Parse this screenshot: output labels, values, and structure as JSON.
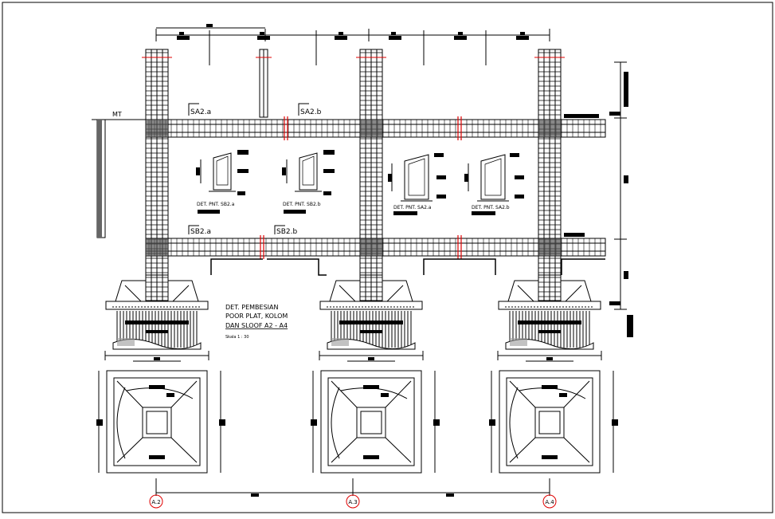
{
  "labels": {
    "mt": "MT",
    "sa2a": "SA2.a",
    "sa2b": "SA2.b",
    "sb2a": "SB2.a",
    "sb2b": "SB2.b",
    "detail_sb2a": "DET. PNT. SB2.a",
    "detail_sb2b": "DET. PNT. SB2.b",
    "detail_sa2a": "DET. PNT. SA2.a",
    "detail_sa2b": "DET. PNT. SA2.b"
  },
  "title": {
    "line1": "DET. PEMBESIAN",
    "line2": "POOR PLAT, KOLOM",
    "line3": "DAN SLOOF A2 - A4",
    "scale": "Skala   1 : 30"
  },
  "grid": [
    "A.2",
    "A.3",
    "A.4"
  ]
}
